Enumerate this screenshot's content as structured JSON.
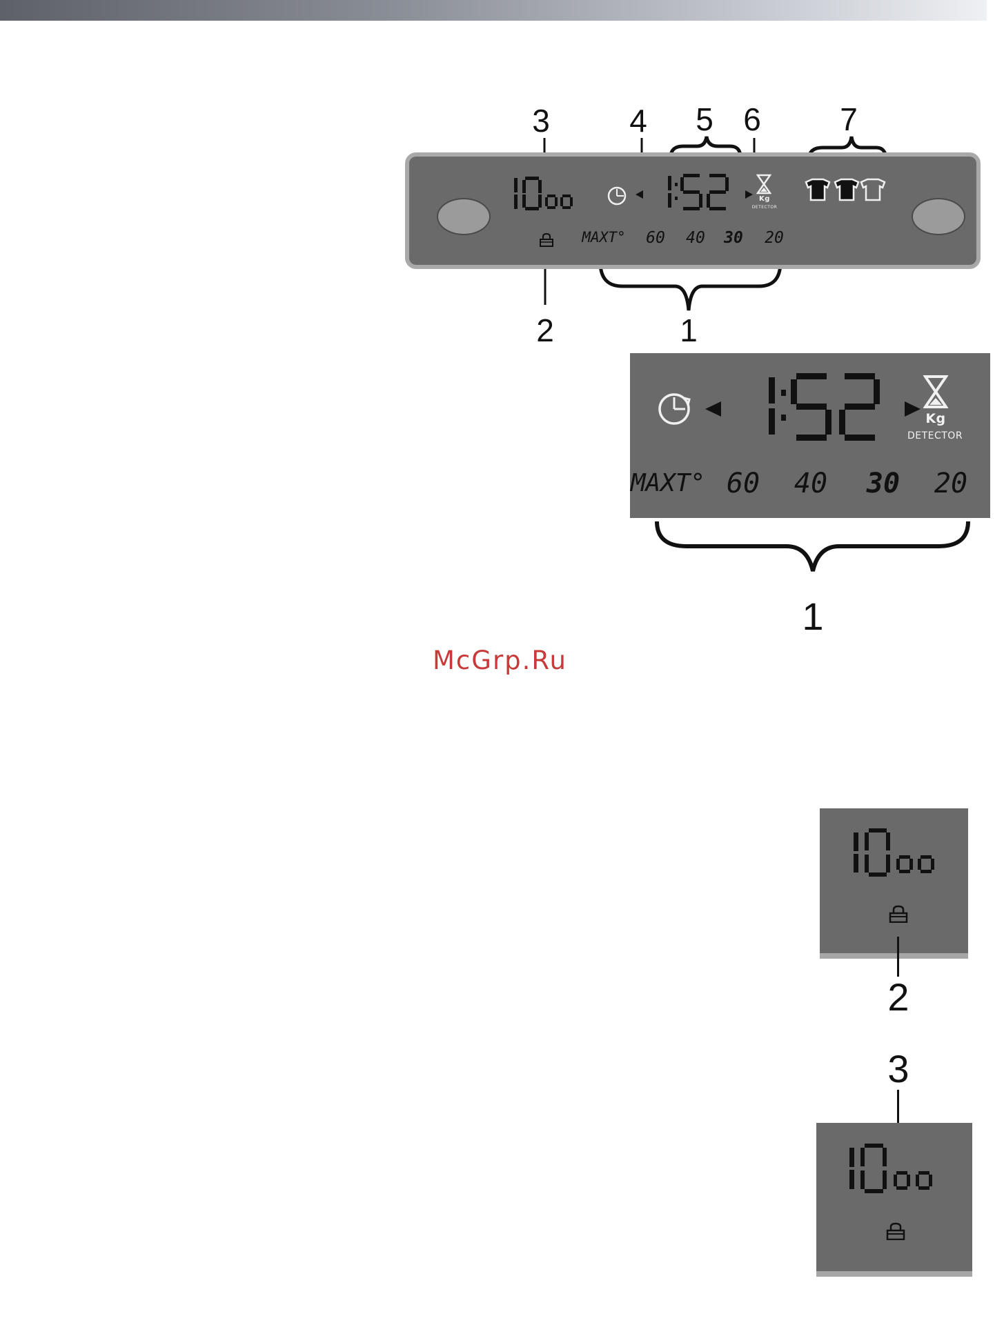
{
  "callouts": {
    "main_1": "1",
    "main_2": "2",
    "main_3": "3",
    "main_4": "4",
    "main_5": "5",
    "main_6": "6",
    "main_7": "7",
    "zoom_1": "1",
    "lock_2": "2",
    "spin_3": "3"
  },
  "display": {
    "spin_digits": "10",
    "spin_suffix": "00",
    "time": "1:52",
    "kg_label": "Kg",
    "detector_label": "DETECTOR",
    "max_temp_label": "MAXT°",
    "temps": [
      "60",
      "40",
      "30",
      "20"
    ]
  },
  "icons": {
    "lock": "padlock-icon",
    "delay": "clock-delay-icon",
    "kg_detector": "hourglass-icon",
    "garment": "shirt-icon",
    "arrow": "triangle-arrow-icon"
  },
  "colors": {
    "lcd_background": "#6a6a6a",
    "panel_border": "#a9a9a9",
    "segment": "#111111",
    "watermark": "#c83a3a"
  },
  "watermark": "McGrp.Ru"
}
